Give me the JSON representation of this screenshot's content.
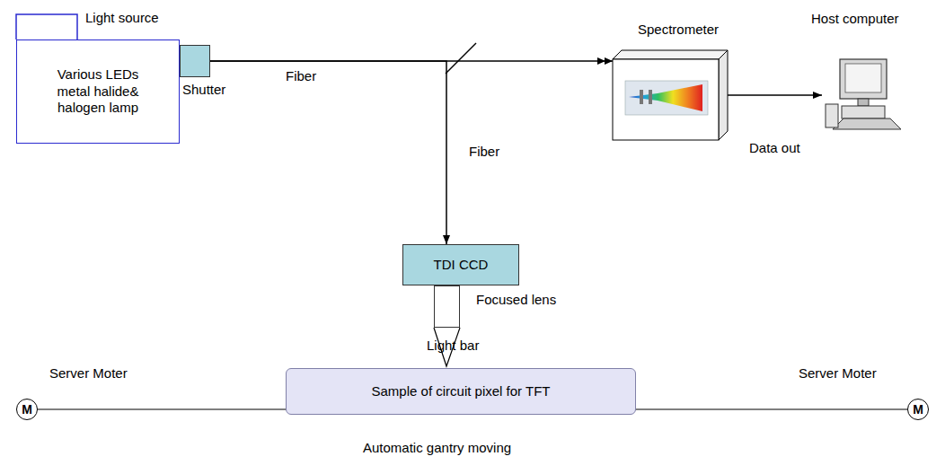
{
  "diagram": {
    "nodes": [
      {
        "text": [
          "Light source",
          "Various LEDs metal halide& halogen lamp"
        ]
      },
      {
        "text": [
          "Shutter"
        ]
      },
      {
        "text": [
          "Spectrometer"
        ]
      },
      {
        "text": [
          "Host computer"
        ]
      },
      {
        "text": [
          "TDI CCD"
        ]
      },
      {
        "text": [
          "Focused lens"
        ]
      },
      {
        "text": [
          "Sample of circuit pixel for TFT"
        ]
      },
      {
        "text": [
          "Server Moter",
          "M"
        ]
      },
      {
        "text": [
          "Server Moter",
          "M"
        ]
      }
    ],
    "edges": [
      {
        "from": 1,
        "to": 2,
        "label": "Fiber",
        "arrow": "to"
      },
      {
        "from": 1,
        "to": 4,
        "label": "Fiber",
        "arrow": "to"
      },
      {
        "from": 2,
        "to": 3,
        "label": "Data out",
        "arrow": "to"
      },
      {
        "from": 7,
        "to": 8,
        "arrow": "none"
      }
    ],
    "labels": [
      "Light bar",
      "Automatic gantry moving"
    ]
  }
}
